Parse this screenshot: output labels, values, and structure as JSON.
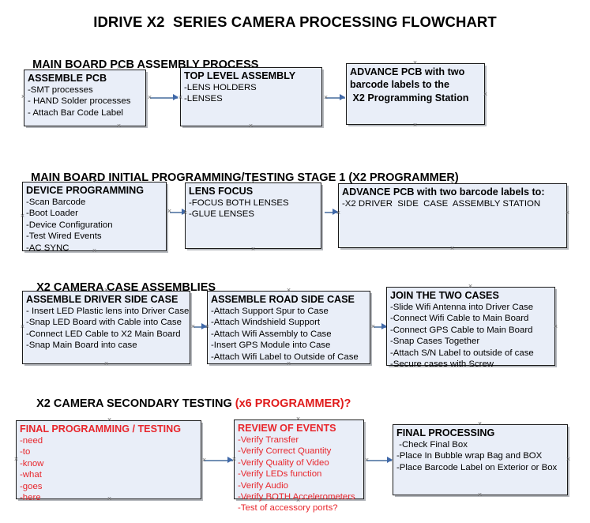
{
  "document": {
    "title": "IDRIVE X2  SERIES CAMERA PROCESSING FLOWCHART"
  },
  "sections": [
    {
      "id": "main-board-pcb-assembly-process",
      "heading": "MAIN BOARD PCB ASSEMBLY PROCESS",
      "heading_accent": "",
      "nodes": [
        {
          "id": "assemble-pcb",
          "header": "ASSEMBLE PCB",
          "lines": [
            "-SMT processes",
            "- HAND Solder processes",
            "- Attach Bar Code Label"
          ]
        },
        {
          "id": "top-level-assembly",
          "header": "TOP LEVEL ASSEMBLY",
          "lines": [
            "-LENS HOLDERS",
            "-LENSES"
          ]
        },
        {
          "id": "advance-pcb-to-x2-programming-station",
          "header": "ADVANCE PCB with two",
          "lines": [
            "barcode labels to the",
            " X2 Programming Station"
          ]
        }
      ]
    },
    {
      "id": "main-board-initial-programming-testing-stage-1",
      "heading": "MAIN BOARD INITIAL PROGRAMMING/TESTING STAGE 1 (X2 PROGRAMMER)",
      "heading_accent": "",
      "nodes": [
        {
          "id": "device-programming",
          "header": "DEVICE PROGRAMMING",
          "lines": [
            "-Scan Barcode",
            "-Boot Loader",
            "-Device Configuration",
            "-Test Wired Events",
            "-AC SYNC"
          ]
        },
        {
          "id": "lens-focus",
          "header": "LENS FOCUS",
          "lines": [
            "-FOCUS BOTH LENSES",
            "-GLUE LENSES"
          ]
        },
        {
          "id": "advance-pcb-to-driver-side-case-assembly",
          "header": "ADVANCE PCB with two barcode labels to:",
          "lines": [
            "-X2 DRIVER  SIDE  CASE  ASSEMBLY STATION"
          ]
        }
      ]
    },
    {
      "id": "x2-camera-case-assemblies",
      "heading": "X2 CAMERA CASE ASSEMBLIES",
      "heading_accent": "",
      "nodes": [
        {
          "id": "assemble-driver-side-case",
          "header": "ASSEMBLE DRIVER SIDE CASE",
          "lines": [
            "- Insert LED Plastic lens into Driver Case",
            "-Snap LED Board with Cable into Case",
            "-Connect LED Cable to X2 Main Board",
            "-Snap Main Board into case"
          ]
        },
        {
          "id": "assemble-road-side-case",
          "header": "ASSEMBLE ROAD SIDE CASE",
          "lines": [
            "-Attach Support Spur to Case",
            "-Attach Windshield Support",
            "-Attach Wifi Assembly to Case",
            "-Insert GPS Module into Case",
            "-Attach Wifi Label to Outside of Case"
          ]
        },
        {
          "id": "join-the-two-cases",
          "header": "JOIN THE TWO CASES",
          "lines": [
            "-Slide Wifi Antenna into Driver Case",
            "-Connect Wifi Cable to Main Board",
            "-Connect GPS Cable to Main Board",
            "-Snap Cases Together",
            "-Attach S/N Label to outside of case",
            "-Secure cases with Screw"
          ]
        }
      ]
    },
    {
      "id": "x2-camera-secondary-testing",
      "heading": "X2 CAMERA SECONDARY TESTING ",
      "heading_accent": "(x6 PROGRAMMER)?",
      "nodes": [
        {
          "id": "final-programming-testing",
          "header": "FINAL PROGRAMMING / TESTING",
          "lines": [
            "-need",
            "-to",
            "-know",
            "-what",
            "-goes",
            "-here"
          ]
        },
        {
          "id": "review-of-events",
          "header": "REVIEW OF EVENTS",
          "lines": [
            "-Verify Transfer",
            "-Verify Correct Quantity",
            "-Verify Quality of Video",
            "-Verify LEDs function",
            "-Verify Audio",
            "-Verify BOTH Accelerometers",
            "-Test of accessory ports?"
          ]
        },
        {
          "id": "final-processing",
          "header": "FINAL PROCESSING",
          "lines": [
            " -Check Final Box",
            "-Place In Bubble wrap Bag and BOX",
            "-Place Barcode Label on Exterior or Box"
          ]
        }
      ]
    }
  ],
  "colors": {
    "node_fill": "#e9eef8",
    "node_border": "#1a1a1a",
    "connector": "#7390b5",
    "arrow": "#3f68a8",
    "accent_red": "#e8262c",
    "text": "#000000"
  }
}
